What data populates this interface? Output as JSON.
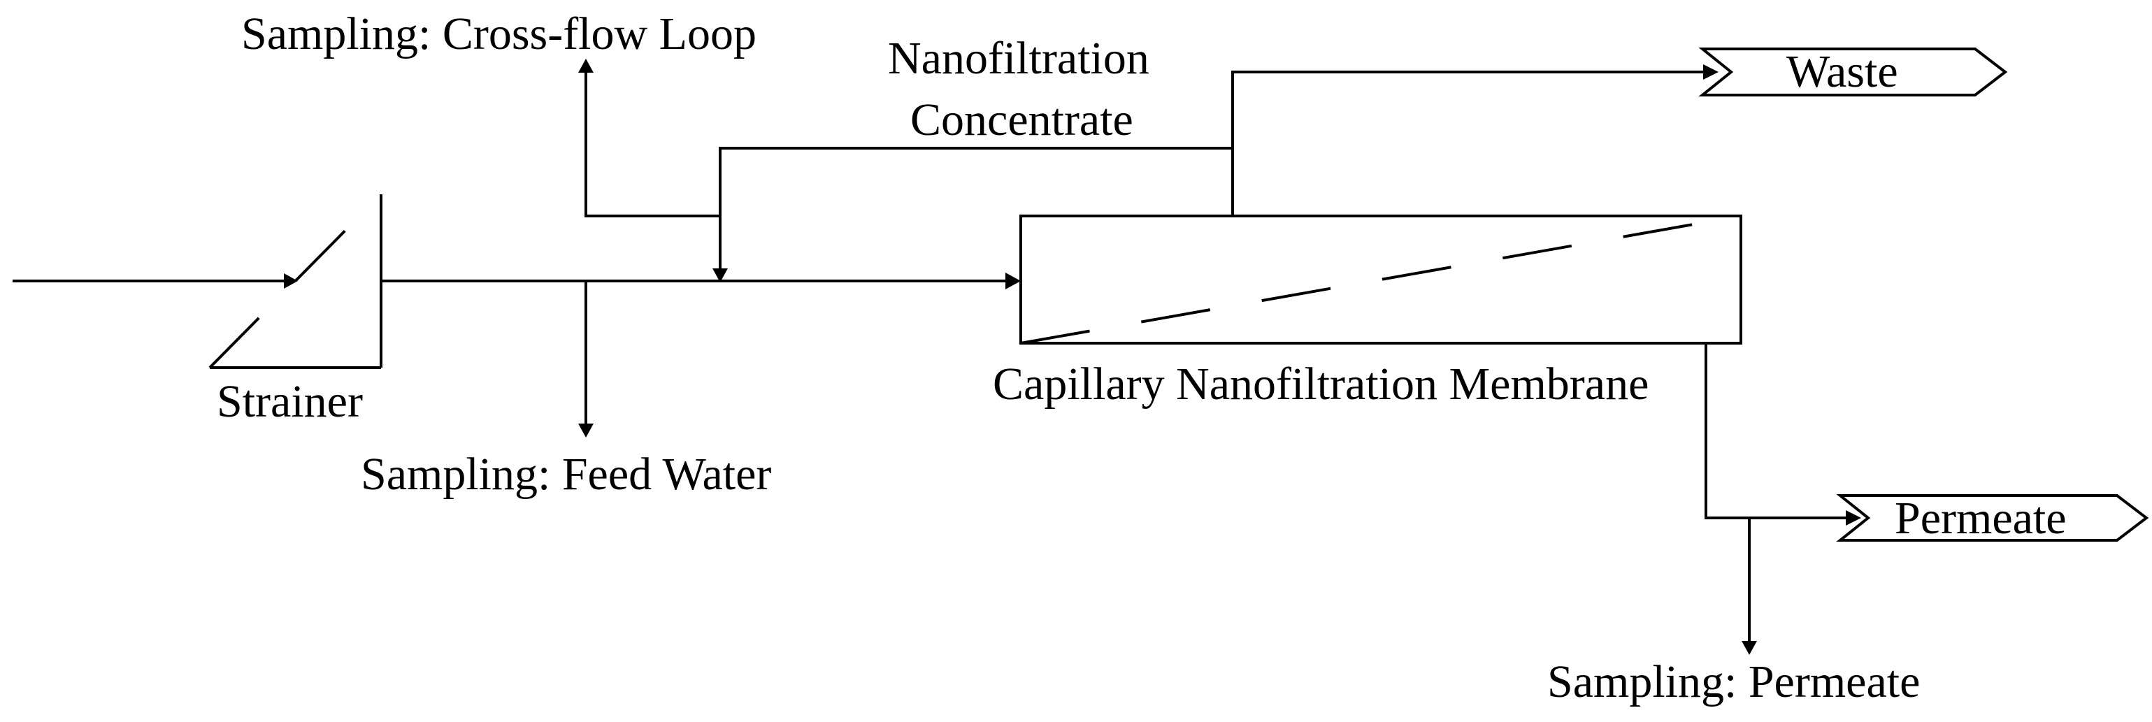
{
  "labels": {
    "sampling_crossflow": "Sampling: Cross-flow Loop",
    "nf_concentrate_line1": "Nanofiltration",
    "nf_concentrate_line2": "Concentrate",
    "waste": "Waste",
    "strainer": "Strainer",
    "sampling_feed": "Sampling: Feed Water",
    "membrane": "Capillary Nanofiltration Membrane",
    "permeate": "Permeate",
    "sampling_permeate": "Sampling: Permeate"
  },
  "icons": {
    "strainer": "strainer-icon",
    "membrane": "capillary-membrane-icon",
    "waste_outlet": "pentagon-arrow-icon",
    "permeate_outlet": "pentagon-arrow-icon"
  }
}
